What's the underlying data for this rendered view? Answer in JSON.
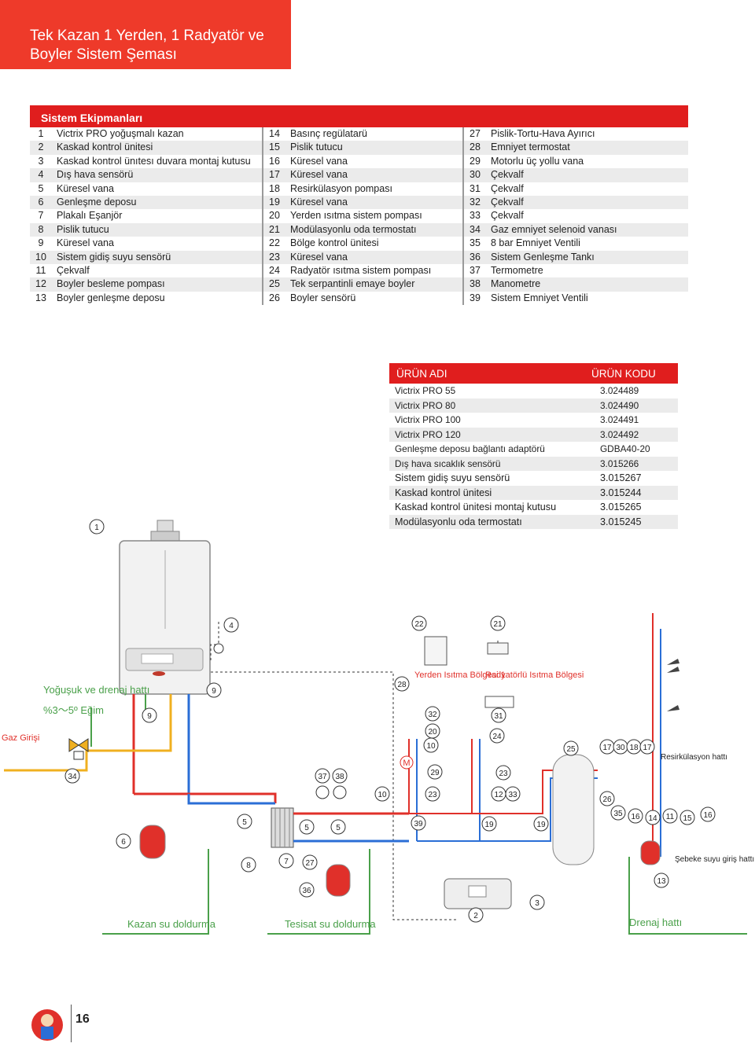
{
  "page": {
    "title": "Tek Kazan 1 Yerden, 1 Radyatör ve Boyler Sistem Şeması",
    "page_number": "16"
  },
  "equipment": {
    "header": "Sistem Ekipmanları",
    "col1": [
      {
        "n": "1",
        "label": "Victrix PRO yoğuşmalı kazan"
      },
      {
        "n": "2",
        "label": "Kaskad kontrol ünitesi"
      },
      {
        "n": "3",
        "label": "Kaskad kontrol ünıtesı duvara montaj kutusu"
      },
      {
        "n": "4",
        "label": "Dış hava sensörü"
      },
      {
        "n": "5",
        "label": "Küresel vana"
      },
      {
        "n": "6",
        "label": "Genleşme deposu"
      },
      {
        "n": "7",
        "label": "Plakalı Eşanjör"
      },
      {
        "n": "8",
        "label": "Pislik tutucu"
      },
      {
        "n": "9",
        "label": "Küresel vana"
      },
      {
        "n": "10",
        "label": "Sistem gidiş suyu sensörü"
      },
      {
        "n": "11",
        "label": "Çekvalf"
      },
      {
        "n": "12",
        "label": "Boyler besleme pompası"
      },
      {
        "n": "13",
        "label": "Boyler genleşme deposu"
      }
    ],
    "col2": [
      {
        "n": "14",
        "label": "Basınç regülatarü"
      },
      {
        "n": "15",
        "label": "Pislik tutucu"
      },
      {
        "n": "16",
        "label": "Küresel vana"
      },
      {
        "n": "17",
        "label": "Küresel vana"
      },
      {
        "n": "18",
        "label": "Resirkülasyon pompası"
      },
      {
        "n": "19",
        "label": "Küresel vana"
      },
      {
        "n": "20",
        "label": "Yerden ısıtma sistem pompası"
      },
      {
        "n": "21",
        "label": "Modülasyonlu oda termostatı"
      },
      {
        "n": "22",
        "label": "Bölge kontrol ünitesi"
      },
      {
        "n": "23",
        "label": "Küresel vana"
      },
      {
        "n": "24",
        "label": "Radyatör ısıtma sistem pompası"
      },
      {
        "n": "25",
        "label": "Tek serpantinli emaye boyler"
      },
      {
        "n": "26",
        "label": "Boyler sensörü"
      }
    ],
    "col3": [
      {
        "n": "27",
        "label": "Pislik-Tortu-Hava Ayırıcı"
      },
      {
        "n": "28",
        "label": "Emniyet termostat"
      },
      {
        "n": "29",
        "label": "Motorlu üç yollu vana"
      },
      {
        "n": "30",
        "label": "Çekvalf"
      },
      {
        "n": "31",
        "label": "Çekvalf"
      },
      {
        "n": "32",
        "label": "Çekvalf"
      },
      {
        "n": "33",
        "label": "Çekvalf"
      },
      {
        "n": "34",
        "label": "Gaz emniyet selenoid vanası"
      },
      {
        "n": "35",
        "label": "8 bar Emniyet Ventili"
      },
      {
        "n": "36",
        "label": "Sistem Genleşme Tankı"
      },
      {
        "n": "37",
        "label": "Termometre"
      },
      {
        "n": "38",
        "label": "Manometre"
      },
      {
        "n": "39",
        "label": "Sistem Emniyet Ventili"
      }
    ]
  },
  "products": {
    "header_name": "ÜRÜN ADI",
    "header_code": "ÜRÜN KODU",
    "rows": [
      {
        "name": "Victrix PRO 55",
        "code": "3.024489"
      },
      {
        "name": "Victrix PRO 80",
        "code": "3.024490"
      },
      {
        "name": "Victrix PRO 100",
        "code": "3.024491"
      },
      {
        "name": "Victrix PRO 120",
        "code": "3.024492"
      },
      {
        "name": "Genleşme deposu bağlantı adaptörü",
        "code": "GDBA40-20"
      },
      {
        "name": "Dış hava sıcaklık sensörü",
        "code": "3.015266"
      },
      {
        "name": "Sistem gidiş suyu sensörü",
        "code": "3.015267"
      },
      {
        "name": "Kaskad kontrol ünitesi",
        "code": "3.015244"
      },
      {
        "name": "Kaskad kontrol ünitesi montaj kutusu",
        "code": "3.015265"
      },
      {
        "name": "Modülasyonlu oda termostatı",
        "code": "3.015245"
      }
    ]
  },
  "diagram": {
    "labels": {
      "condensate": "Yoğuşuk ve drenaj hattı",
      "slope": "%3〜5º Eğim",
      "gas": "Gaz Girişi",
      "zone1": "Yerden Isıtma Bölgesi 1",
      "zone2": "Radyatörlü Isıtma Bölgesi",
      "recirc": "Resirkülasyon hattı",
      "mains": "Şebeke suyu giriş hattı",
      "boiler_fill": "Kazan su doldurma",
      "install_fill": "Tesisat su doldurma",
      "drain": "Drenaj hattı",
      "motor": "M"
    },
    "colors": {
      "hot": "#e0302a",
      "cold": "#2a6ed6",
      "gas": "#f0b020",
      "fill": "#4aa04a",
      "sensor": "#333333"
    }
  }
}
